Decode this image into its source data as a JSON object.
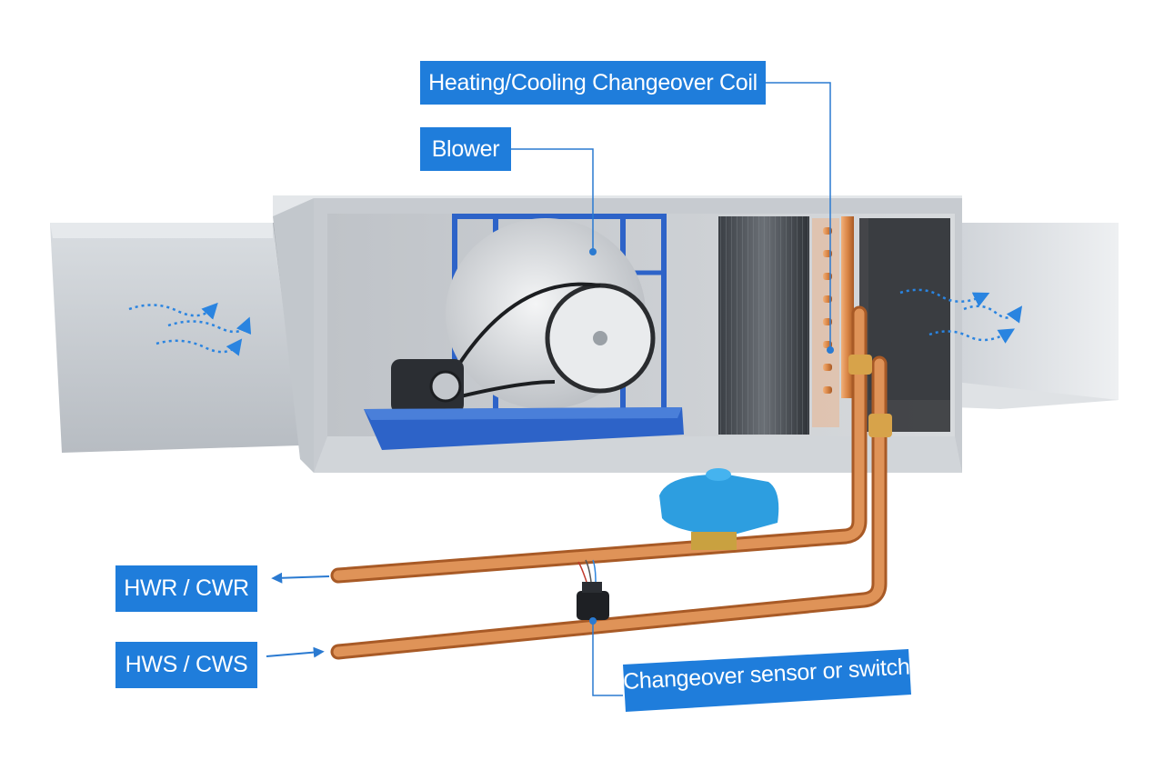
{
  "colors": {
    "label_bg": "#1f7ddb",
    "leader_line": "#2a7ad1",
    "airflow": "#2a84e0",
    "copper": "#d98545",
    "duct": "#c9ced3",
    "blower_frame": "#2d63c8",
    "actuator": "#2d9ee0"
  },
  "labels": {
    "coil": "Heating/Cooling Changeover Coil",
    "blower": "Blower",
    "return": "HWR / CWR",
    "supply": "HWS / CWS",
    "sensor": "Changeover sensor or switch"
  },
  "icons": [
    "airflow-arrow-icon",
    "flow-arrow-icon"
  ]
}
